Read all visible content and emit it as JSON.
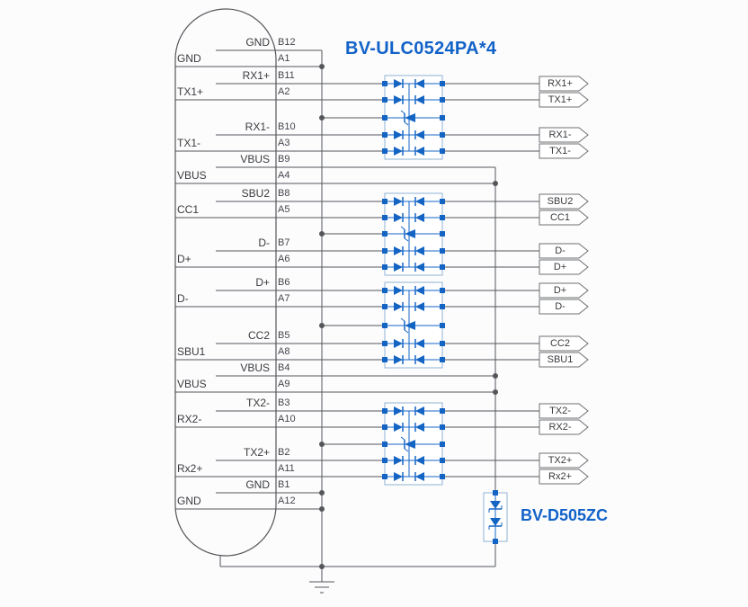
{
  "title": "BV-ULC0524PA*4",
  "tvs_label": "BV-D505ZC",
  "connector": {
    "rows": [
      {
        "inner": "GND",
        "b": "B12",
        "a": "A1",
        "outer": "GND"
      },
      {
        "inner": "RX1+",
        "b": "B11",
        "a": "A2",
        "outer": "TX1+"
      },
      {
        "inner": "RX1-",
        "b": "B10",
        "a": "A3",
        "outer": "TX1-"
      },
      {
        "inner": "VBUS",
        "b": "B9",
        "a": "A4",
        "outer": "VBUS"
      },
      {
        "inner": "SBU2",
        "b": "B8",
        "a": "A5",
        "outer": "CC1"
      },
      {
        "inner": "D-",
        "b": "B7",
        "a": "A6",
        "outer": "D+"
      },
      {
        "inner": "D+",
        "b": "B6",
        "a": "A7",
        "outer": "D-"
      },
      {
        "inner": "CC2",
        "b": "B5",
        "a": "A8",
        "outer": "SBU1"
      },
      {
        "inner": "VBUS",
        "b": "B4",
        "a": "A9",
        "outer": "VBUS"
      },
      {
        "inner": "TX2-",
        "b": "B3",
        "a": "A10",
        "outer": "RX2-"
      },
      {
        "inner": "TX2+",
        "b": "B2",
        "a": "A11",
        "outer": "Rx2+"
      },
      {
        "inner": "GND",
        "b": "B1",
        "a": "A12",
        "outer": "GND"
      }
    ]
  },
  "flags": [
    "RX1+",
    "TX1+",
    "RX1-",
    "TX1-",
    "SBU2",
    "CC1",
    "D-",
    "D+",
    "D+",
    "D-",
    "CC2",
    "SBU1",
    "TX2-",
    "RX2-",
    "TX2+",
    "Rx2+"
  ],
  "colors": {
    "accent_blue": "#1464c4",
    "wire": "#55565a"
  }
}
